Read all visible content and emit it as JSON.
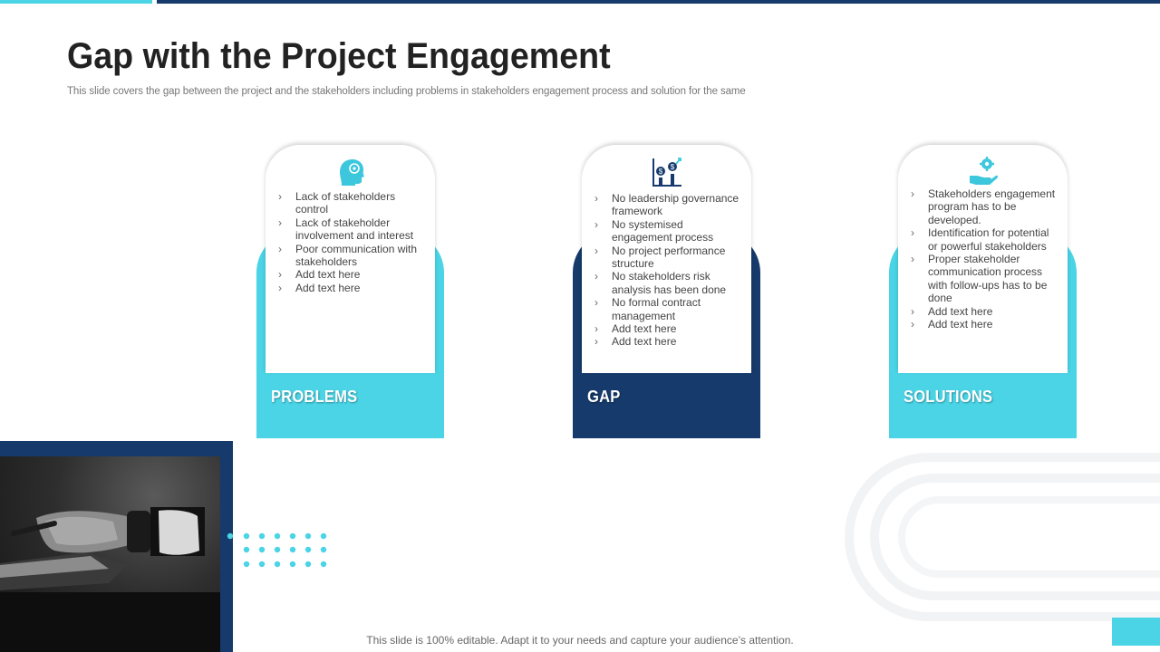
{
  "slide": {
    "title": "Gap with the Project Engagement",
    "subtitle": "This slide covers the gap between the project and the stakeholders including problems in stakeholders engagement process and solution for the same",
    "footer": "This slide is 100% editable. Adapt it to your needs and capture your audience’s attention."
  },
  "colors": {
    "accent": "#4ad4e6",
    "dark": "#163a6b"
  },
  "columns": [
    {
      "label": "PROBLEMS",
      "icon": "head-profile-icon",
      "items": [
        "Lack of stakeholders control",
        "Lack of stakeholder involvement and interest",
        "Poor communication with stakeholders",
        "Add text here",
        "Add text here"
      ]
    },
    {
      "label": "GAP",
      "icon": "dollar-growth-chart-icon",
      "items": [
        "No leadership governance framework",
        "No systemised engagement process",
        "No project performance structure",
        "No stakeholders risk analysis has been done",
        "No formal contract management",
        "Add text here",
        "Add text here"
      ]
    },
    {
      "label": "SOLUTIONS",
      "icon": "hand-with-gear-icon",
      "items": [
        "Stakeholders engagement program has to be developed.",
        "Identification for potential or powerful stakeholders",
        "Proper stakeholder communication process with follow-ups has to be done",
        "Add text here",
        "Add text here"
      ]
    }
  ]
}
